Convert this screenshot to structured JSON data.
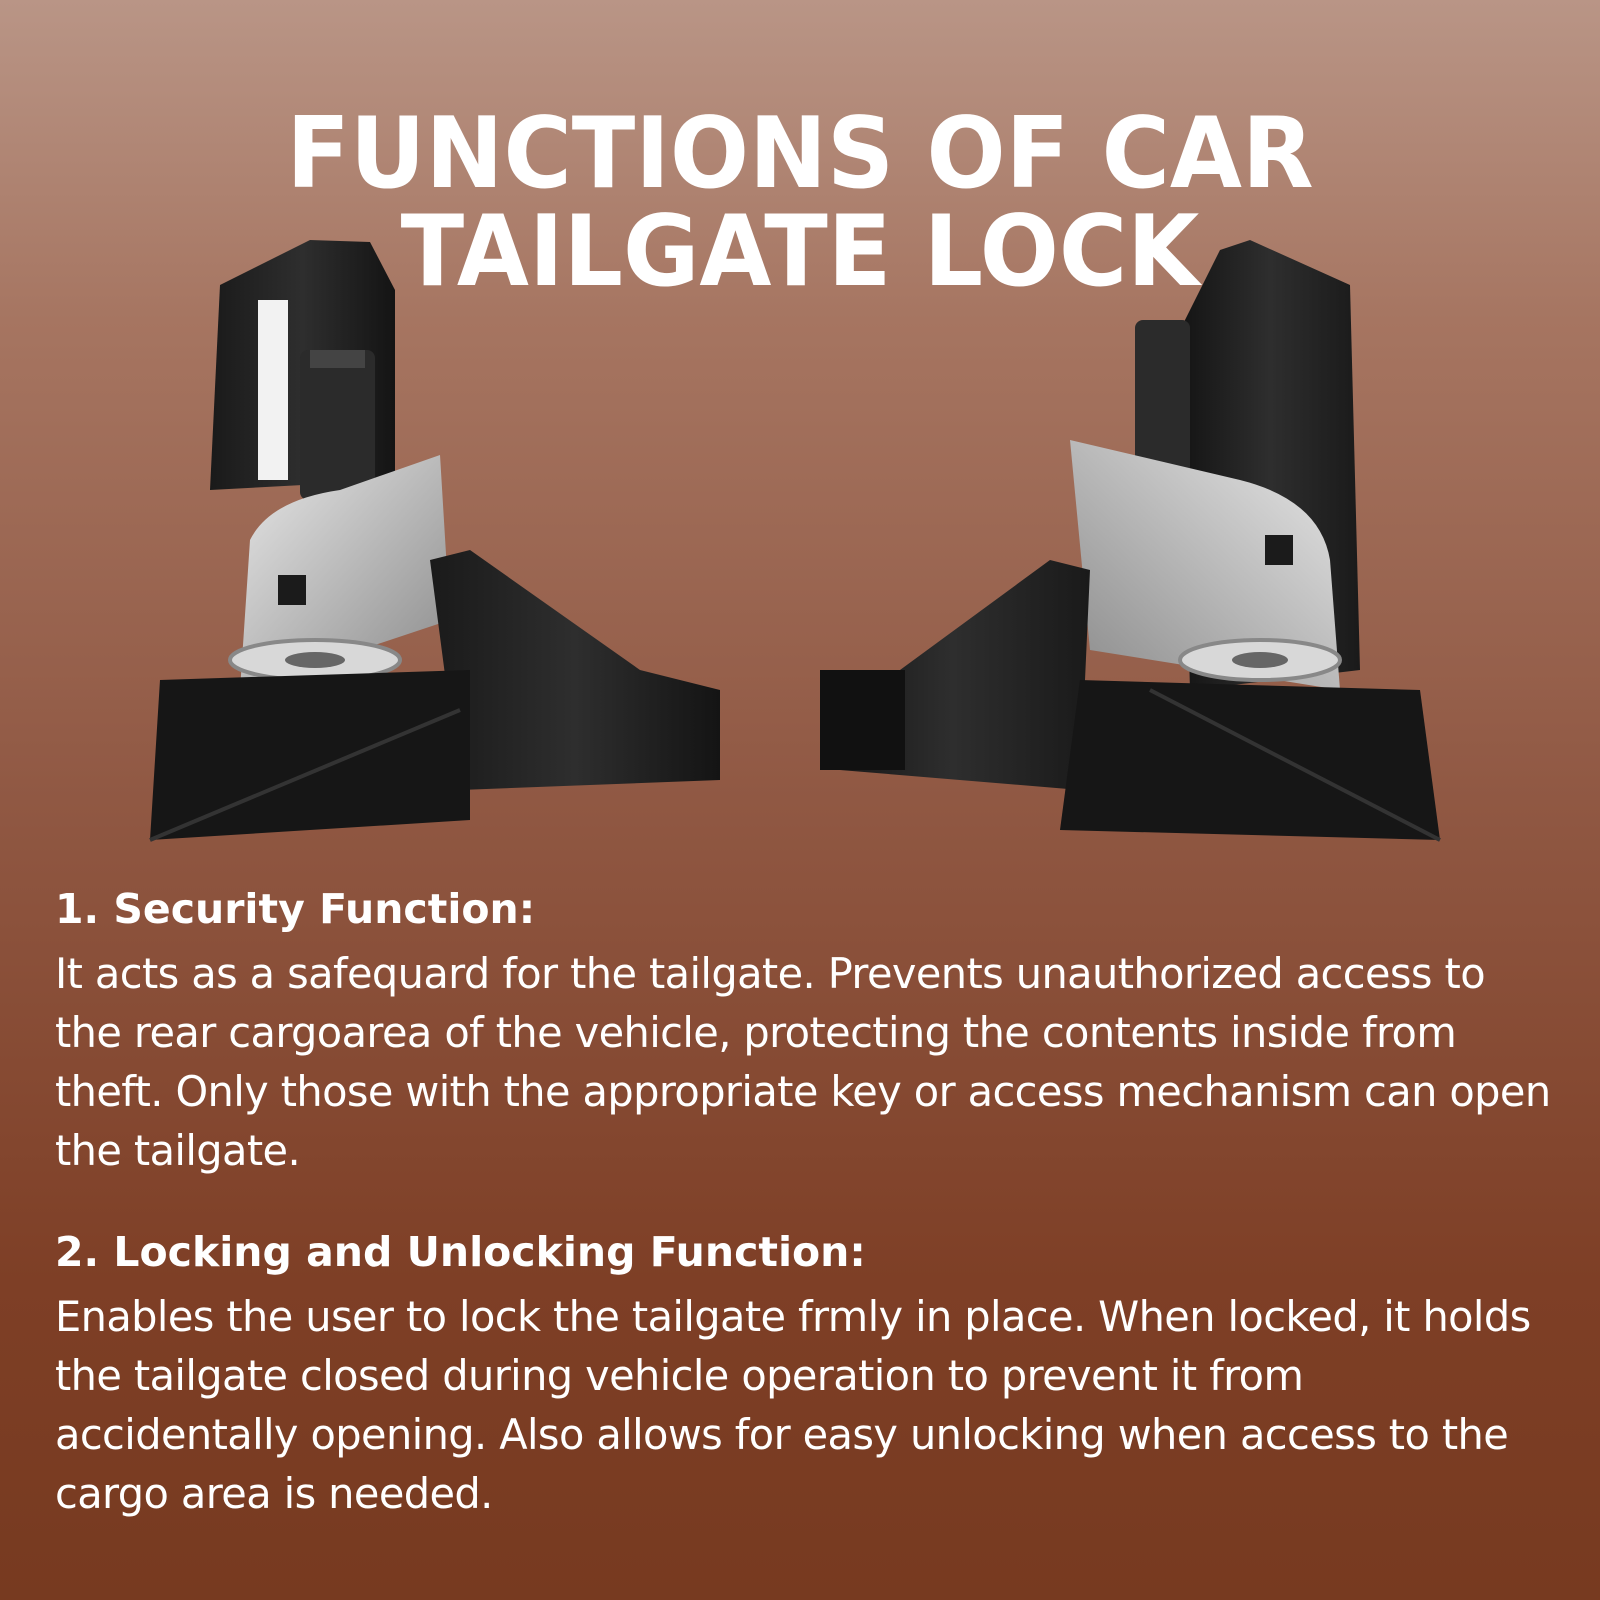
{
  "title": "FUNCTIONS OF CAR TAILGATE LOCK",
  "sections": [
    {
      "heading": "1. Security Function:",
      "body": "It acts as a safequard for the tailgate. Prevents unauthorized access to the rear cargoarea of the vehicle, protecting the contents inside from theft. Only those with the appropriate key or access mechanism can open the tailgate."
    },
    {
      "heading": "2. Locking and Unlocking Function:",
      "body": "Enables the user to lock the tailgate frmly in place. When locked, it holds the tailgate closed during vehicle operation to prevent it from accidentally opening. Also allows for easy unlocking when access to the cargo area is needed."
    }
  ]
}
